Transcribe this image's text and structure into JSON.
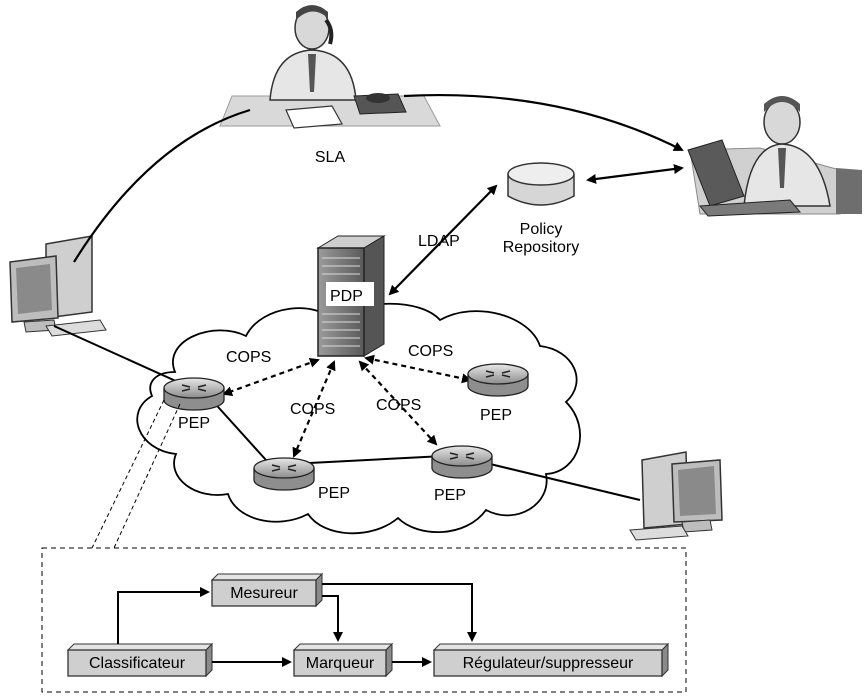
{
  "labels": {
    "sla": "SLA",
    "policy_line1": "Policy",
    "policy_line2": "Repository",
    "ldap": "LDAP",
    "pdp": "PDP",
    "cops_left": "COPS",
    "cops_right": "COPS",
    "cops_mid_left": "COPS",
    "cops_mid_right": "COPS",
    "pep_left": "PEP",
    "pep_right": "PEP",
    "pep_bottom_left": "PEP",
    "pep_bottom_right": "PEP"
  },
  "pipeline": {
    "mesureur": "Mesureur",
    "classificateur": "Classificateur",
    "marqueur": "Marqueur",
    "regulateur": "Régulateur/suppresseur"
  },
  "colors": {
    "cloud_fill": "#ffffff",
    "device_gray": "#bdbdbd",
    "box_fill": "#cfcfcf",
    "line": "#000000"
  }
}
